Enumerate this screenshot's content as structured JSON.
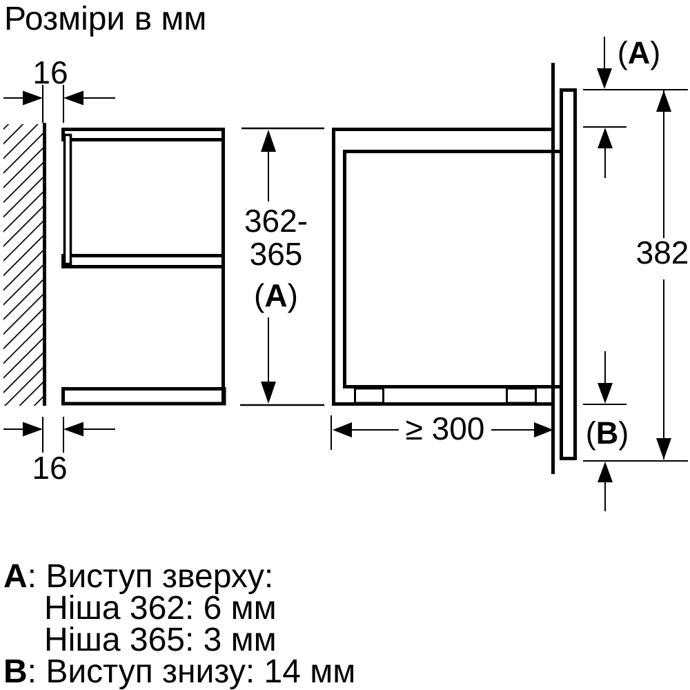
{
  "title": "Розміри в мм",
  "colors": {
    "line": "#000000",
    "background": "#ffffff"
  },
  "dims": {
    "wall_gap_top": "16",
    "wall_gap_bottom": "16",
    "niche_height_line1": "362-",
    "niche_height_line2": "365",
    "niche_height_ref_open": "(",
    "niche_height_ref_letter": "A",
    "niche_height_ref_close": ")",
    "top_ref_open": "(",
    "top_ref_letter": "A",
    "top_ref_close": ")",
    "front_height": "382",
    "bottom_ref_open": "(",
    "bottom_ref_letter": "B",
    "bottom_ref_close": ")",
    "min_depth": "≥ 300"
  },
  "notes": {
    "a_key": "A",
    "a_rest": ": Виступ зверху:",
    "a_sub1": "Ніша 362: 6 мм",
    "a_sub2": "Ніша 365: 3 мм",
    "b_key": "B",
    "b_rest": ": Виступ знизу: 14 мм"
  }
}
